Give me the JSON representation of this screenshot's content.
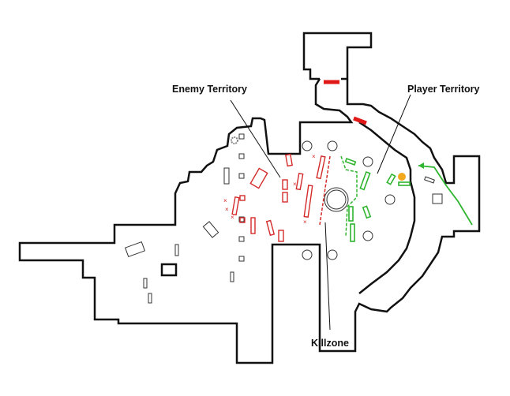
{
  "labels": {
    "enemy": "Enemy Territory",
    "player": "Player Territory",
    "killzone": "Killzone"
  },
  "colors": {
    "enemy": "#d42a2a",
    "player": "#2fb52f",
    "objective": "#f2a81d",
    "wall": "#111111",
    "door": "#e01818"
  }
}
